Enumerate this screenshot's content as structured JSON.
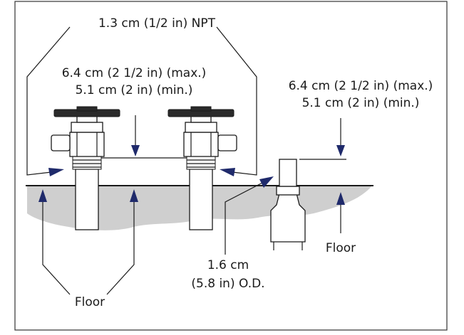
{
  "labels": {
    "npt": "1.3 cm (1/2 in) NPT",
    "valve_height_max": "6.4 cm (2 1/2 in) (max.)",
    "valve_height_min": "5.1 cm (2 in) (min.)",
    "drain_height_max": "6.4 cm (2 1/2 in) (max.)",
    "drain_height_min": "5.1 cm (2 in) (min.)",
    "drain_od_line1": "1.6 cm",
    "drain_od_line2": "(5.8 in) O.D.",
    "floor_left": "Floor",
    "floor_right": "Floor"
  },
  "colors": {
    "arrow": "#1f2a6b",
    "ground": "#cfcfcf"
  }
}
